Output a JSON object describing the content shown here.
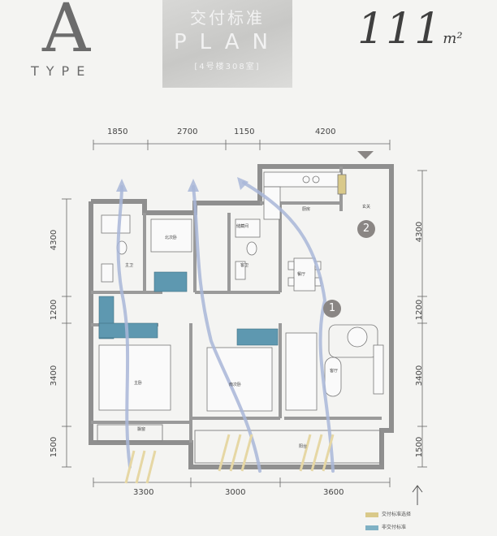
{
  "header": {
    "type_letter": "A",
    "type_word": "TYPE",
    "plan_cn": "交付标准",
    "plan_en": "PLAN",
    "plan_sub": "[4号楼308室]",
    "area_value": "111",
    "area_unit": "m²"
  },
  "dimensions": {
    "top": [
      "1850",
      "2700",
      "1150",
      "4200"
    ],
    "bottom": [
      "3300",
      "3000",
      "3600"
    ],
    "left": [
      "4300",
      "1200",
      "3400",
      "1500"
    ],
    "right": [
      "4300",
      "1200",
      "3400",
      "1500"
    ]
  },
  "rooms": {
    "kitchen": "厨房",
    "entry": "玄关",
    "second_bedroom_north": "北次卧",
    "storage": "储藏间",
    "master_bath": "主卫",
    "guest_bath": "客卫",
    "dining": "餐厅",
    "master_bedroom": "主卧",
    "second_bedroom_south": "南次卧",
    "living": "客厅",
    "bay": "飘窗",
    "balcony": "阳台"
  },
  "badges": [
    "1",
    "2"
  ],
  "legend": [
    {
      "label": "交付标准选择",
      "color": "#d9c98a"
    },
    {
      "label": "非交付标准",
      "color": "#7fb1c4"
    }
  ],
  "colors": {
    "wall": "#8f8f8f",
    "air_arrow": "#a9b7d9",
    "sun_arrow": "#e6d7a4",
    "fixed_furniture": "#5e98b0"
  }
}
